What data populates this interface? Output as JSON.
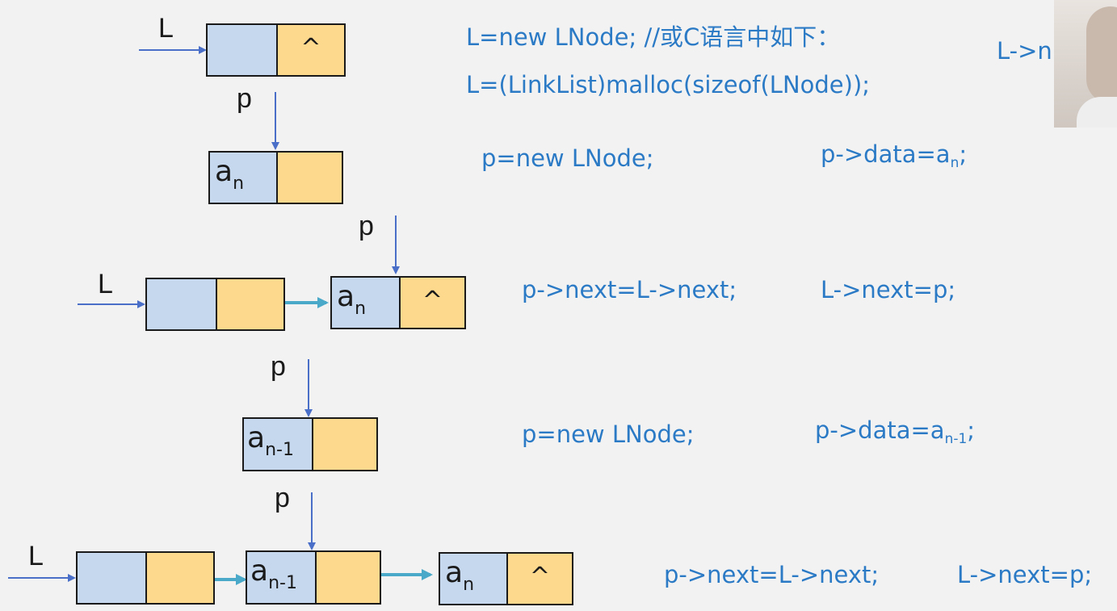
{
  "pointer_labels": {
    "L": "L",
    "p": "p"
  },
  "nil_symbol": "^",
  "nodes": {
    "an": {
      "base": "a",
      "sub": "n"
    },
    "an1": {
      "base": "a",
      "sub": "n-1"
    }
  },
  "code": {
    "line1": "L=new LNode; //或C语言中如下：",
    "line2": "L=(LinkList)malloc(sizeof(LNode));",
    "line_right_cut": "L->n",
    "step1_new": "p=new LNode;",
    "step1_data_prefix": "p->data=a",
    "step1_data_sub": "n",
    "step1_data_suffix": ";",
    "step2_next": "p->next=L->next;",
    "step2_link": "L->next=p;",
    "step3_new": "p=new LNode;",
    "step3_data_prefix": "p->data=a",
    "step3_data_sub": "n-1",
    "step3_data_suffix": ";",
    "step4_next": "p->next=L->next;",
    "step4_link": "L->next=p;"
  },
  "colors": {
    "data_field": "#c5d8ee",
    "next_field": "#fdd98e",
    "code_text": "#2b7ac6",
    "pointer_arrow": "#4a6fc9",
    "link_arrow": "#4aa8c8",
    "background": "#f2f2f2"
  },
  "webcam": {
    "visible": true
  }
}
